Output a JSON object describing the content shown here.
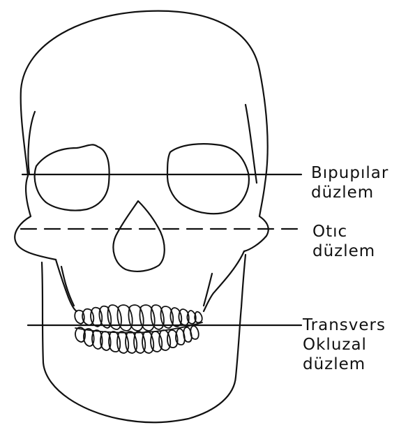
{
  "labels": {
    "bipupilar": [
      "Bıpupılar",
      "düzlem"
    ],
    "otic": [
      "Otıc",
      "düzlem"
    ],
    "transvers": [
      "Transvers",
      "Okluzal",
      "düzlem"
    ]
  },
  "colors": {
    "ink": "#111111",
    "background": "#ffffff"
  }
}
